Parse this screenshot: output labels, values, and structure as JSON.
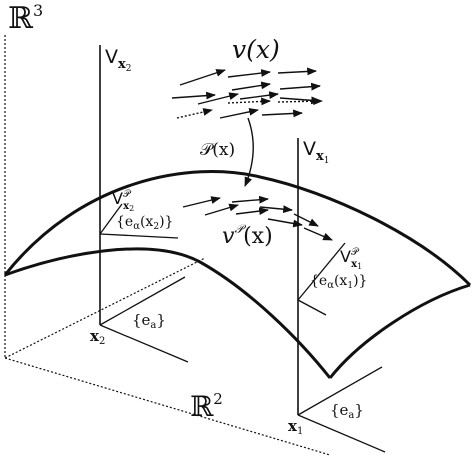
{
  "labels": {
    "space_r3": "ℝ",
    "space_r3_exp": "3",
    "space_r2": "ℝ",
    "space_r2_exp": "2",
    "fiber_x2": "V",
    "fiber_x2_sub": "x",
    "fiber_x2_subsub": "2",
    "fiber_x1": "V",
    "fiber_x1_sub": "x",
    "fiber_x1_subsub": "1",
    "field": "v(x)",
    "projection": "𝒫(x)",
    "projected_field": "v",
    "projected_field_sup": "𝒫",
    "projected_field_arg": "(x)",
    "sub_x2": "V",
    "sub_x2_sup": "𝒫",
    "sub_x2_sub": "x",
    "sub_x2_subsub": "2",
    "basis_x2": "{e",
    "basis_x2_sub": "α",
    "basis_x2_arg": "(x",
    "basis_x2_argsub": "2",
    "basis_x2_close": ")}",
    "sub_x1": "V",
    "sub_x1_sup": "𝒫",
    "sub_x1_sub": "x",
    "sub_x1_subsub": "1",
    "basis_x1": "{e",
    "basis_x1_sub": "α",
    "basis_x1_arg": "(x",
    "basis_x1_argsub": "1",
    "basis_x1_close": ")}",
    "point_x2": "x",
    "point_x2_sub": "2",
    "point_x1": "x",
    "point_x1_sub": "1",
    "basis_a_left": "{e",
    "basis_a_left_sub": "a",
    "basis_a_left_close": "}",
    "basis_a_right": "{e",
    "basis_a_right_sub": "a",
    "basis_a_right_close": "}"
  }
}
